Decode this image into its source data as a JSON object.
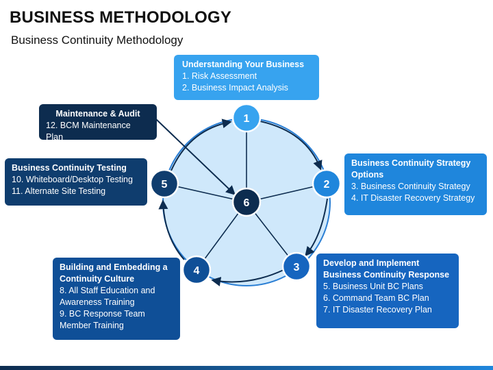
{
  "header": {
    "title": "BUSINESS METHODOLOGY",
    "subtitle": "Business Continuity Methodology"
  },
  "nodes": [
    {
      "label": "1",
      "color": "#37a3ef"
    },
    {
      "label": "2",
      "color": "#1f86dc"
    },
    {
      "label": "3",
      "color": "#1665bf"
    },
    {
      "label": "4",
      "color": "#0f4f97"
    },
    {
      "label": "5",
      "color": "#0f3d6e"
    },
    {
      "label": "6",
      "color": "#0d2c4f"
    }
  ],
  "boxes": {
    "b1": {
      "heading": "Understanding Your Business",
      "lines": [
        "1. Risk Assessment",
        "2. Business Impact Analysis"
      ]
    },
    "b2": {
      "heading": "Business Continuity Strategy Options",
      "lines": [
        "3. Business Continuity Strategy",
        "4. IT Disaster Recovery Strategy"
      ]
    },
    "b3": {
      "heading": "Develop and Implement Business Continuity Response",
      "lines": [
        "5. Business Unit BC Plans",
        "6. Command Team BC Plan",
        "7. IT Disaster Recovery Plan"
      ]
    },
    "b4": {
      "heading": "Building and Embedding a Continuity Culture",
      "lines": [
        "8. All Staff Education and Awareness Training",
        "9. BC Response Team Member Training"
      ]
    },
    "b5": {
      "heading": "Business Continuity Testing",
      "lines": [
        "10. Whiteboard/Desktop Testing",
        "11. Alternate Site Testing"
      ]
    },
    "b6": {
      "heading": "Maintenance & Audit",
      "lines": [
        "12. BCM Maintenance Plan"
      ]
    }
  },
  "colors": {
    "circle_fill": "#cfe8fb",
    "circle_stroke": "#2b7fd4",
    "arrow": "#0d2c4f"
  }
}
